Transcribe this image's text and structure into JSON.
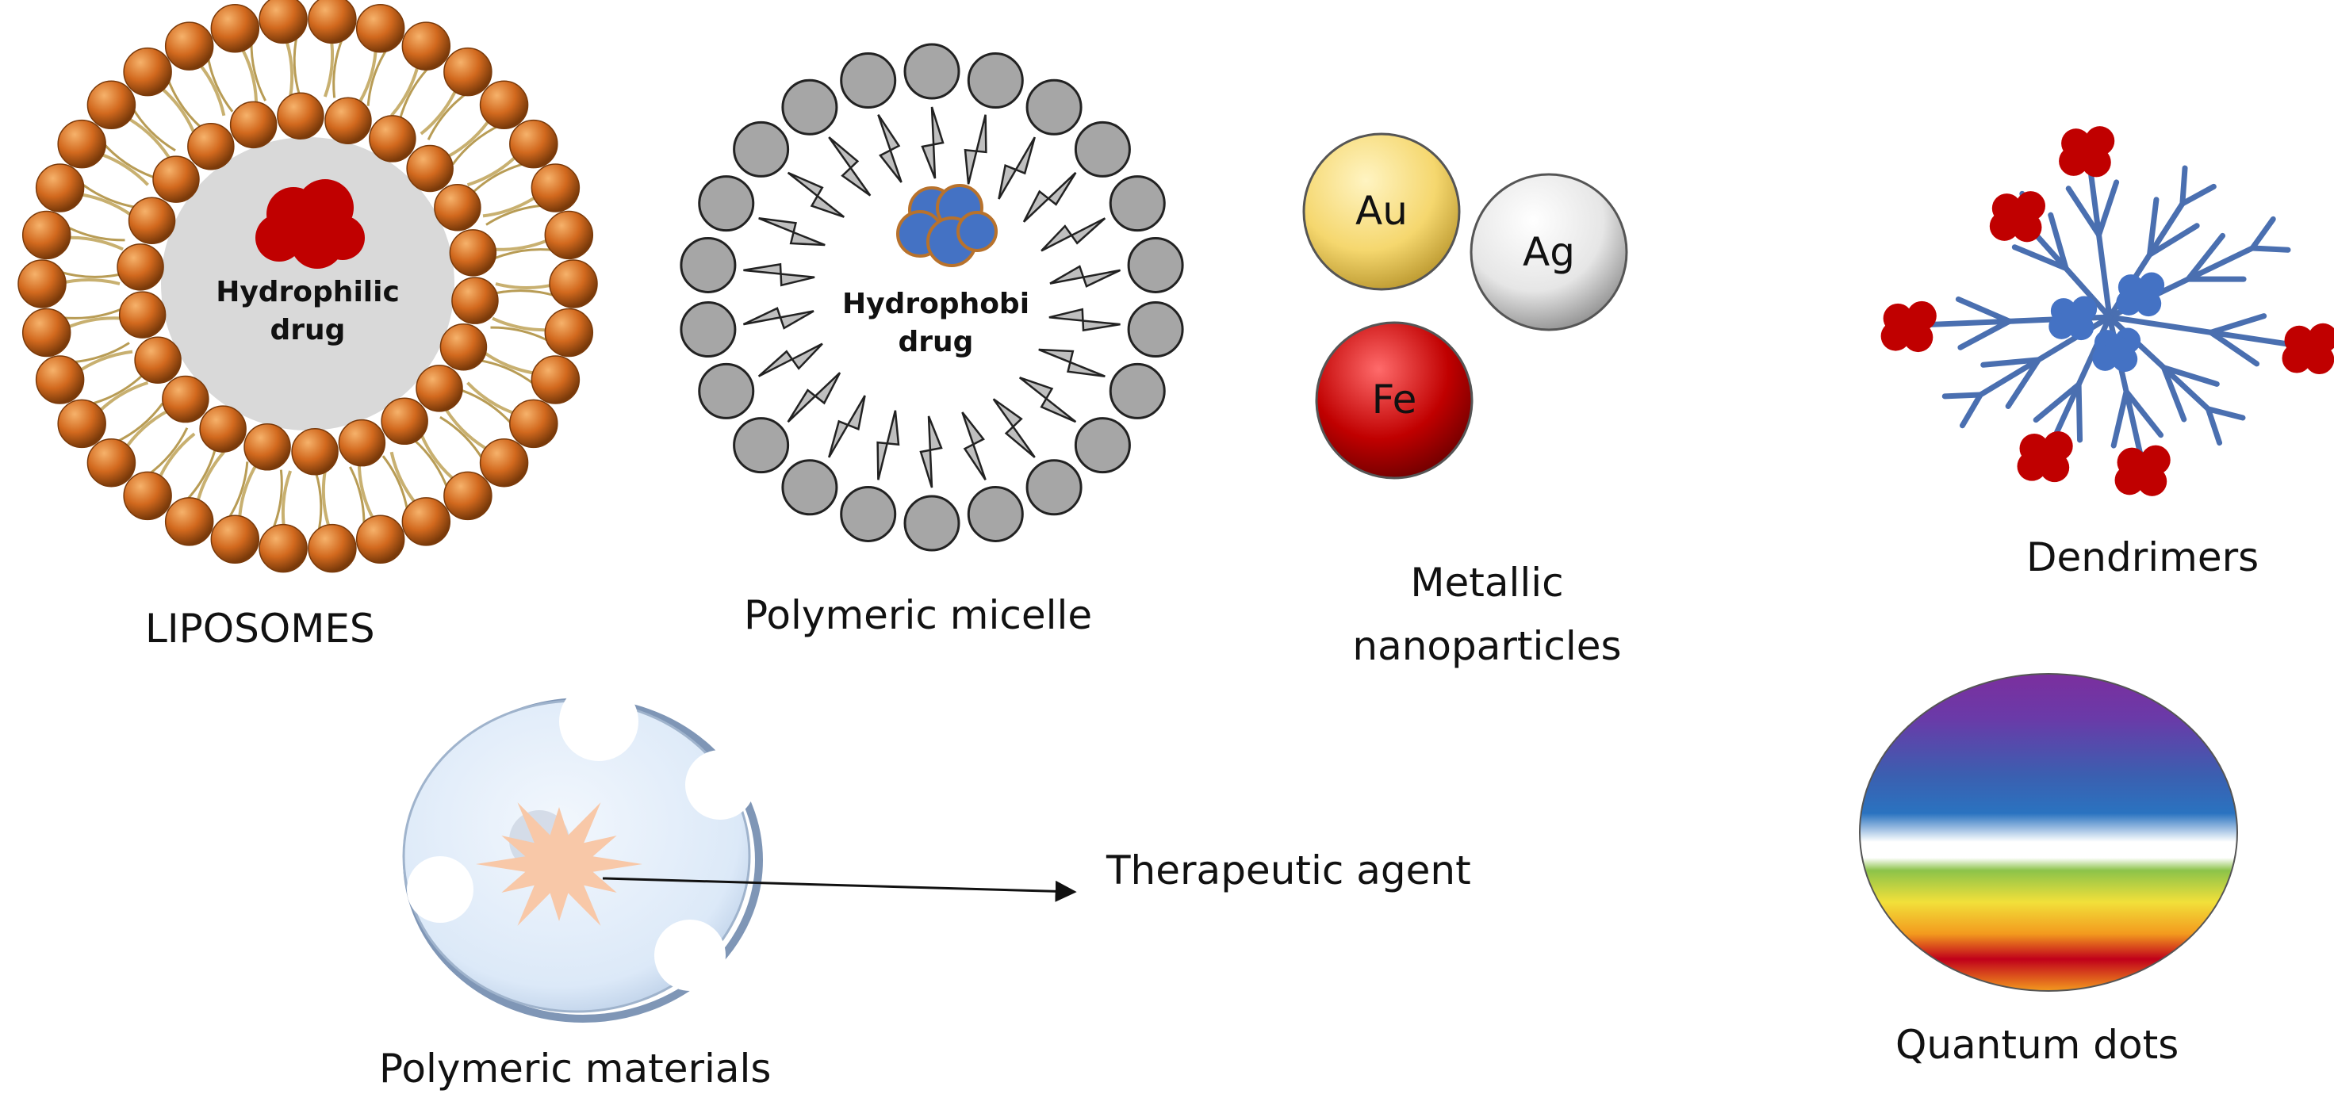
{
  "labels": {
    "liposomes": "LIPOSOMES",
    "hydrophilic_drug_line1": "Hydrophilic",
    "hydrophilic_drug_line2": "drug",
    "polymeric_micelle": "Polymeric micelle",
    "hydrophobic_drug_line1": "Hydrophobi",
    "hydrophobic_drug_line2": "drug",
    "metallic_line1": "Metallic",
    "metallic_line2": "nanoparticles",
    "gold": "Au",
    "silver": "Ag",
    "iron": "Fe",
    "dendrimers": "Dendrimers",
    "polymeric_materials": "Polymeric materials",
    "therapeutic_agent": "Therapeutic agent",
    "quantum_dots": "Quantum dots"
  },
  "colors": {
    "lipid_head": "#d2691e",
    "lipid_tail": "#c8b070",
    "liposome_core": "#d9d9d9",
    "drug_red": "#c00000",
    "micelle_head": "#a6a6a6",
    "drug_blue": "#4472c4",
    "gold": "#f5d76e",
    "silver": "#e6e6e6",
    "iron": "#c00000",
    "dendrimer_branch": "#4a6fb0",
    "polymer_sphere": "#dce9f8",
    "agent_star": "#f8c8a8"
  }
}
